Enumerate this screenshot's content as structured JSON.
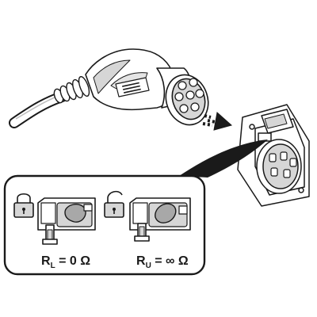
{
  "colors": {
    "line": "#1a1a1a",
    "shade_light": "#d6d6d6",
    "shade_mid": "#bdbdbd",
    "shade_dark": "#9a9a9a",
    "key_fill": "#a8a8a8",
    "background": "#ffffff"
  },
  "labels": {
    "locked": {
      "main": "R",
      "sub": "L",
      "rest": " = 0 Ω"
    },
    "unlocked": {
      "main": "R",
      "sub": "U",
      "rest": " = ∞ Ω"
    }
  },
  "icons": {
    "locked": "padlock-closed-icon",
    "unlocked": "padlock-open-icon",
    "direction": "arrow-right-icon"
  }
}
